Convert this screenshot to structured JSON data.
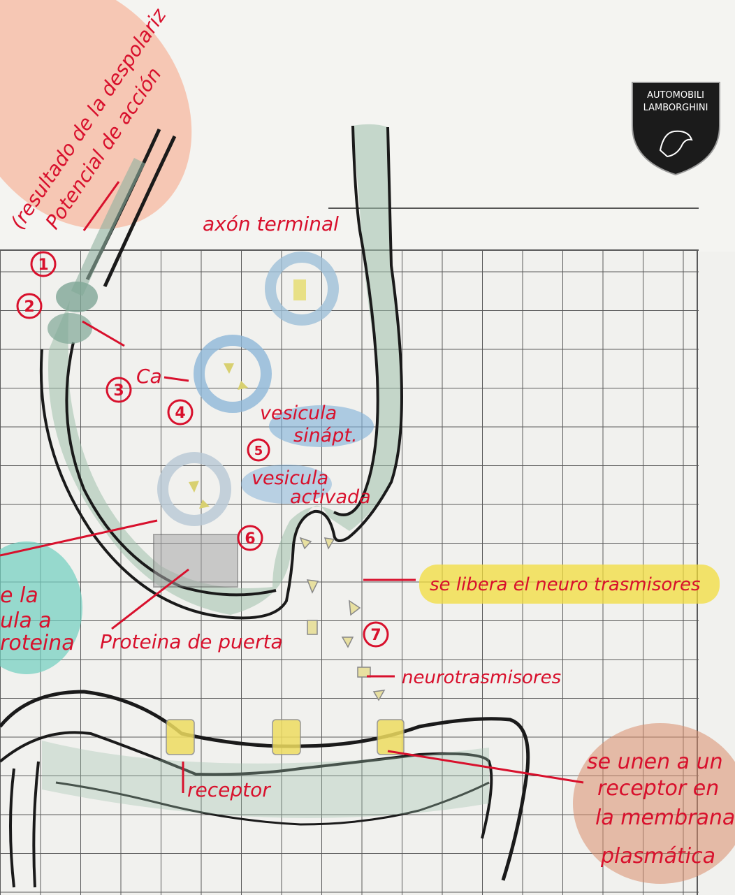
{
  "logo": {
    "brand": "AUTOMOBILI LAMBORGHINI",
    "line1": "AUTOMOBILI",
    "line2": "LAMBORGHINI"
  },
  "annotations": {
    "result_line1": "(resultado de la despolariz",
    "result_line2": "Potencial de acción",
    "axon_terminal": "axón terminal",
    "ca": "Ca",
    "vesicle1": "vesicula",
    "vesicle2": "sinápt.",
    "active1": "vesicula",
    "active2": "activada",
    "left_frag1": "e la",
    "left_frag2": "ula a",
    "left_frag3": "roteina",
    "gate_protein": "Proteina de puerta",
    "released": "se libera el neuro trasmisores",
    "neurotransmitters": "neurotrasmisores",
    "receptor": "receptor",
    "bind1": "se unen a un",
    "bind2": "receptor en",
    "bind3": "la membrana",
    "bind4": "plasmática"
  },
  "steps": [
    "1",
    "2",
    "3",
    "4",
    "5",
    "6",
    "7"
  ],
  "colors": {
    "ink": "#d8102c",
    "pencil": "#1a1a1a",
    "grid": "#5a5a5a",
    "highlight_orange": "#f6b49a",
    "highlight_yellow": "#f2dc3c",
    "highlight_teal": "#6fcfbf",
    "highlight_brown": "#d98c6c",
    "vesicle_blue": "#7fb0d8",
    "membrane_green": "#9fc0ac"
  }
}
